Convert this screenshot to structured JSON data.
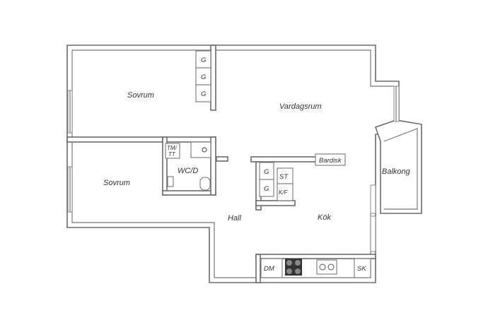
{
  "rooms": {
    "sovrum_1": "Sovrum",
    "sovrum_2": "Sovrum",
    "vardagsrum": "Vardagsrum",
    "balkong": "Balkong",
    "wc": "WC/D",
    "hall": "Hall",
    "kok": "Kök"
  },
  "fixtures": {
    "closet_g": "G",
    "tm": "TM/",
    "tt": "TT",
    "bardisk": "Bardisk",
    "st": "ST",
    "kf": "K/F",
    "dm": "DM",
    "sk": "SK"
  }
}
